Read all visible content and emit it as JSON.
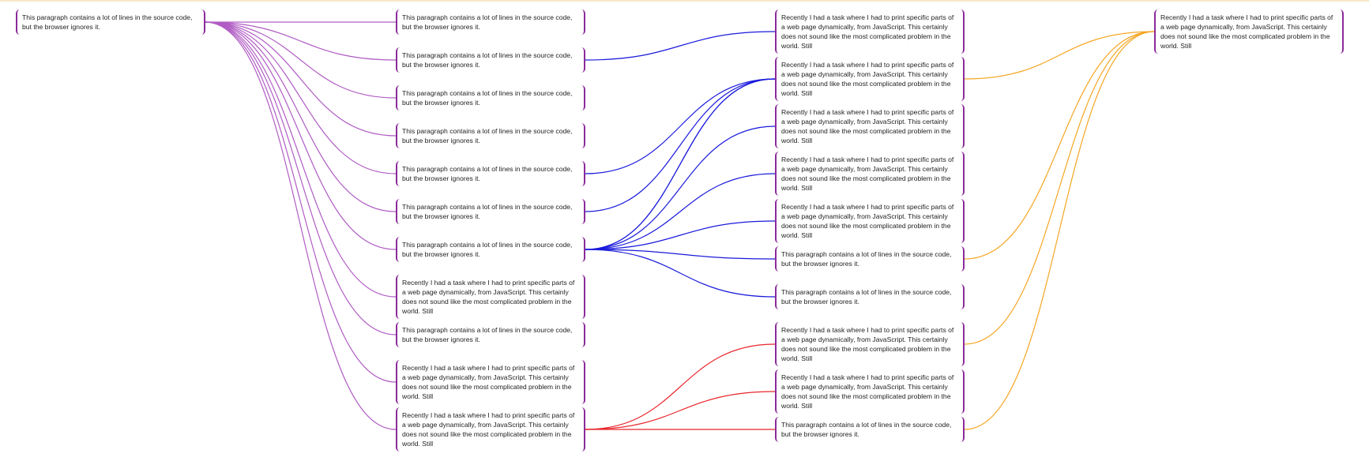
{
  "texts": {
    "para": "This paragraph contains a lot of lines in the source code, but the browser ignores it.",
    "recent": "Recently I had a task where I had to print specific parts of a web page dynamically, from JavaScript. This certainly does not sound like the most complicated problem in the world. Still"
  },
  "colors": {
    "border": "#8b2a9a",
    "violet": "#b05cc4",
    "blue": "#1a1adb",
    "red": "#e8262b",
    "orange": "#f5a623"
  },
  "nodes": [
    {
      "id": "c0n0",
      "kind": "para"
    },
    {
      "id": "c1n0",
      "kind": "para"
    },
    {
      "id": "c1n1",
      "kind": "para"
    },
    {
      "id": "c1n2",
      "kind": "para"
    },
    {
      "id": "c1n3",
      "kind": "para"
    },
    {
      "id": "c1n4",
      "kind": "para"
    },
    {
      "id": "c1n5",
      "kind": "para"
    },
    {
      "id": "c1n6",
      "kind": "para"
    },
    {
      "id": "c1n7",
      "kind": "recent"
    },
    {
      "id": "c1n8",
      "kind": "para"
    },
    {
      "id": "c1n9",
      "kind": "recent"
    },
    {
      "id": "c1n10",
      "kind": "recent"
    },
    {
      "id": "c2n0",
      "kind": "recent"
    },
    {
      "id": "c2n1",
      "kind": "recent"
    },
    {
      "id": "c2n2",
      "kind": "recent"
    },
    {
      "id": "c2n3",
      "kind": "recent"
    },
    {
      "id": "c2n4",
      "kind": "recent"
    },
    {
      "id": "c2n5",
      "kind": "para"
    },
    {
      "id": "c2n6",
      "kind": "para"
    },
    {
      "id": "c2n7",
      "kind": "recent"
    },
    {
      "id": "c2n8",
      "kind": "recent"
    },
    {
      "id": "c2n9",
      "kind": "para"
    },
    {
      "id": "c3n0",
      "kind": "recent"
    }
  ],
  "links": [
    {
      "from": "c0n0",
      "to": "c1n0",
      "color": "violet"
    },
    {
      "from": "c0n0",
      "to": "c1n1",
      "color": "violet"
    },
    {
      "from": "c0n0",
      "to": "c1n2",
      "color": "violet"
    },
    {
      "from": "c0n0",
      "to": "c1n3",
      "color": "violet"
    },
    {
      "from": "c0n0",
      "to": "c1n4",
      "color": "violet"
    },
    {
      "from": "c0n0",
      "to": "c1n5",
      "color": "violet"
    },
    {
      "from": "c0n0",
      "to": "c1n6",
      "color": "violet"
    },
    {
      "from": "c0n0",
      "to": "c1n7",
      "color": "violet"
    },
    {
      "from": "c0n0",
      "to": "c1n8",
      "color": "violet"
    },
    {
      "from": "c0n0",
      "to": "c1n9",
      "color": "violet"
    },
    {
      "from": "c0n0",
      "to": "c1n10",
      "color": "violet"
    },
    {
      "from": "c1n1",
      "to": "c2n0",
      "color": "blue"
    },
    {
      "from": "c1n4",
      "to": "c2n1",
      "color": "blue"
    },
    {
      "from": "c1n5",
      "to": "c2n1",
      "color": "blue"
    },
    {
      "from": "c1n6",
      "to": "c2n1",
      "color": "blue"
    },
    {
      "from": "c1n6",
      "to": "c2n1",
      "color": "blue"
    },
    {
      "from": "c1n6",
      "to": "c2n2",
      "color": "blue"
    },
    {
      "from": "c1n6",
      "to": "c2n3",
      "color": "blue"
    },
    {
      "from": "c1n6",
      "to": "c2n4",
      "color": "blue"
    },
    {
      "from": "c1n6",
      "to": "c2n5",
      "color": "blue"
    },
    {
      "from": "c1n6",
      "to": "c2n6",
      "color": "blue"
    },
    {
      "from": "c1n10",
      "to": "c2n7",
      "color": "red"
    },
    {
      "from": "c1n10",
      "to": "c2n8",
      "color": "red"
    },
    {
      "from": "c1n10",
      "to": "c2n9",
      "color": "red"
    },
    {
      "from": "c2n1",
      "to": "c3n0",
      "color": "orange"
    },
    {
      "from": "c2n5",
      "to": "c3n0",
      "color": "orange"
    },
    {
      "from": "c2n7",
      "to": "c3n0",
      "color": "orange"
    },
    {
      "from": "c2n9",
      "to": "c3n0",
      "color": "orange"
    }
  ]
}
